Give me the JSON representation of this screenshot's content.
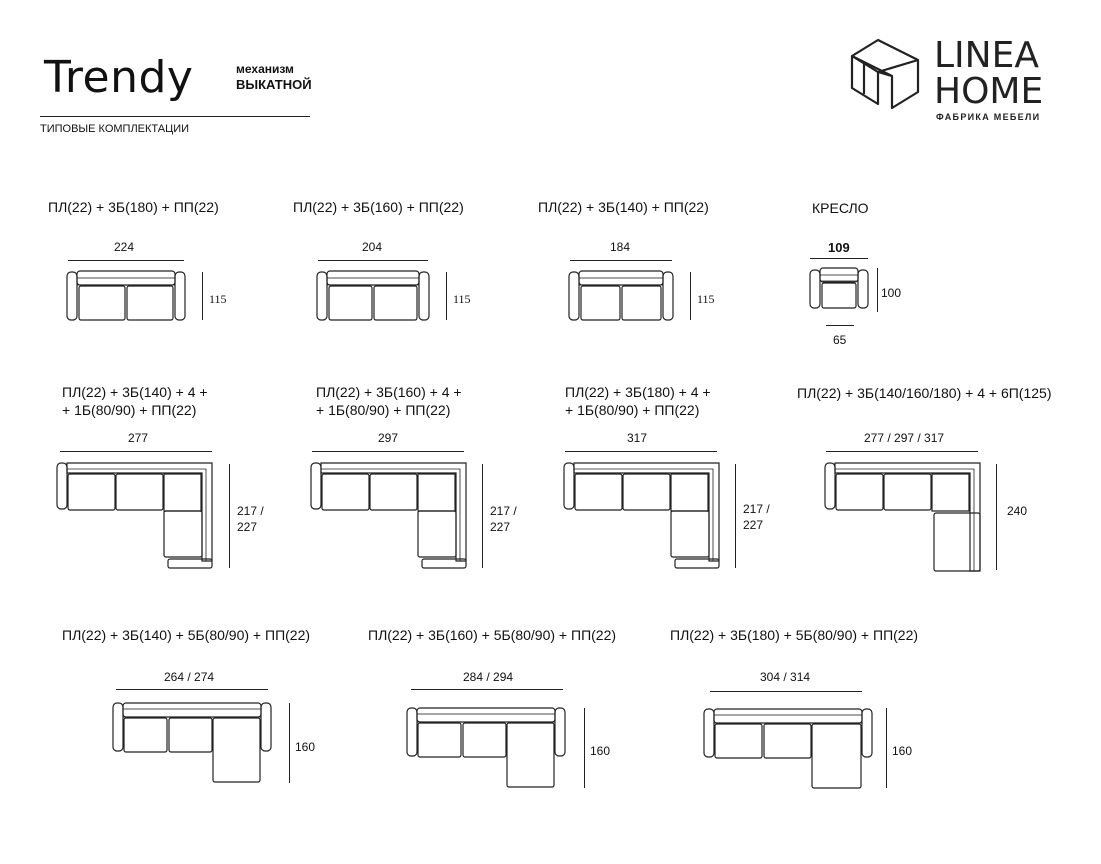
{
  "header": {
    "title": "Trendy",
    "mechanism_line1": "механизм",
    "mechanism_line2": "ВЫКАТНОЙ",
    "subtitle": "ТИПОВЫЕ КОМПЛЕКТАЦИИ"
  },
  "logo": {
    "line1": "LINEA",
    "line2": "HOME",
    "tagline": "ФАБРИКА МЕБЕЛИ"
  },
  "row1": [
    {
      "label": "ПЛ(22) + 3Б(180) + ПП(22)",
      "width": "224",
      "depth": "115"
    },
    {
      "label": "ПЛ(22) + 3Б(160) + ПП(22)",
      "width": "204",
      "depth": "115"
    },
    {
      "label": "ПЛ(22) + 3Б(140) + ПП(22)",
      "width": "184",
      "depth": "115"
    },
    {
      "label": "КРЕСЛО",
      "width": "109",
      "depth": "100",
      "seat": "65"
    }
  ],
  "row2": [
    {
      "label_line1": "ПЛ(22) + 3Б(140) + 4 +",
      "label_line2": "+ 1Б(80/90) + ПП(22)",
      "width": "277",
      "depth_line1": "217 /",
      "depth_line2": "227"
    },
    {
      "label_line1": "ПЛ(22) + 3Б(160) + 4 +",
      "label_line2": "+ 1Б(80/90) + ПП(22)",
      "width": "297",
      "depth_line1": "217 /",
      "depth_line2": "227"
    },
    {
      "label_line1": "ПЛ(22) + 3Б(180) + 4 +",
      "label_line2": "+ 1Б(80/90) + ПП(22)",
      "width": "317",
      "depth_line1": "217 /",
      "depth_line2": "227"
    },
    {
      "label_line1": "ПЛ(22) + 3Б(140/160/180) + 4 + 6П(125)",
      "width": "277 / 297 / 317",
      "depth_line1": "240"
    }
  ],
  "row3": [
    {
      "label": "ПЛ(22) + 3Б(140) + 5Б(80/90) + ПП(22)",
      "width": "264 / 274",
      "depth": "160"
    },
    {
      "label": "ПЛ(22) + 3Б(160) + 5Б(80/90) + ПП(22)",
      "width": "284 / 294",
      "depth": "160"
    },
    {
      "label": "ПЛ(22) + 3Б(180) + 5Б(80/90) + ПП(22)",
      "width": "304 / 314",
      "depth": "160"
    }
  ]
}
